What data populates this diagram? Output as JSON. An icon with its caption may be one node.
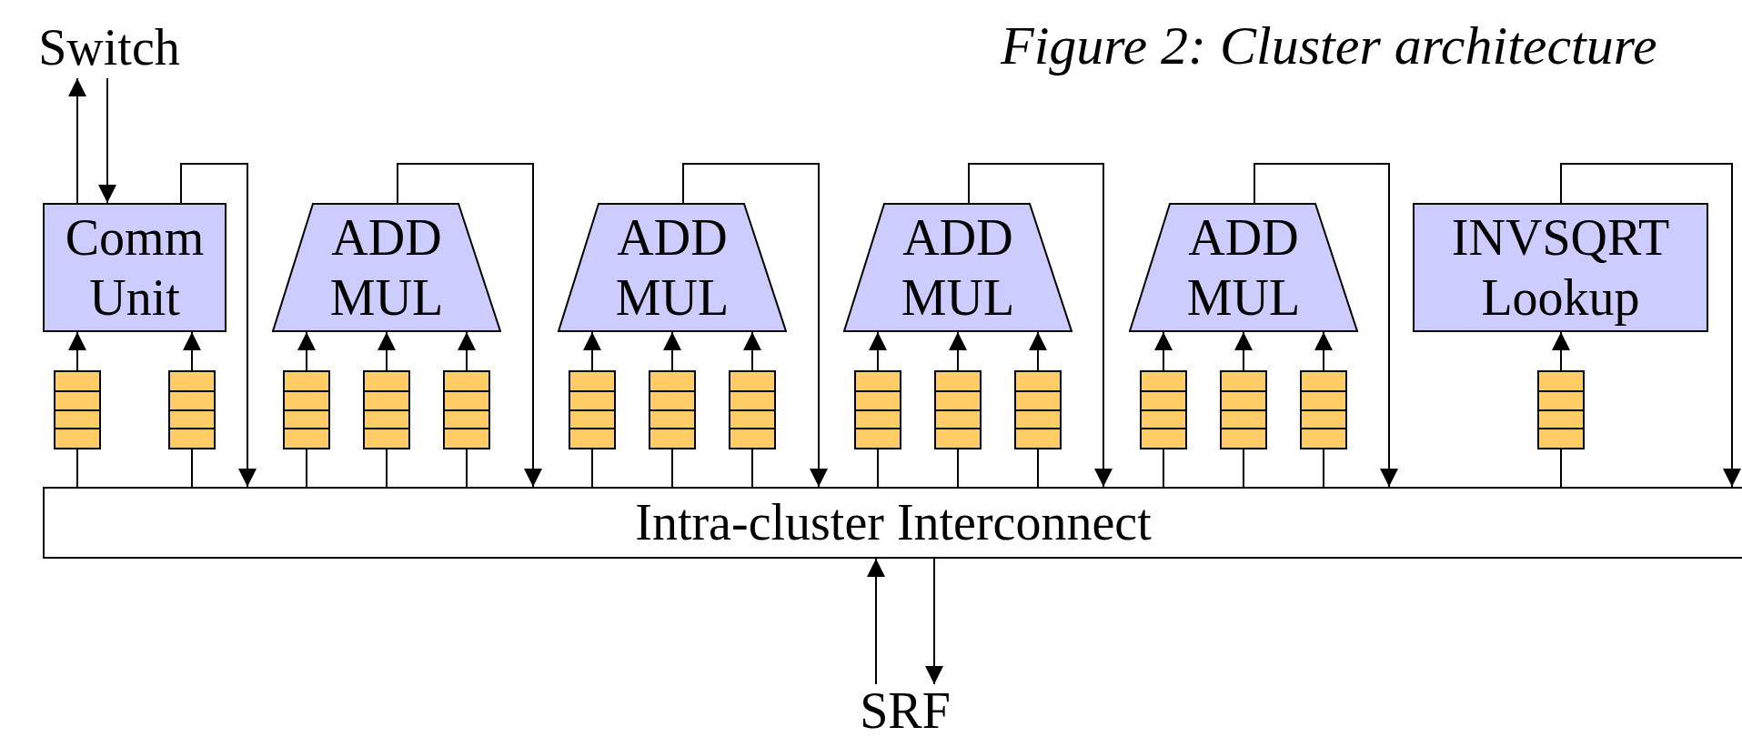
{
  "diagram": {
    "title": "Figure 2: Cluster architecture",
    "nodes": [
      {
        "text": [
          "Switch"
        ]
      },
      {
        "text": [
          "Comm Unit"
        ]
      },
      {
        "text": [
          "ADD MUL"
        ]
      },
      {
        "text": [
          "ADD MUL"
        ]
      },
      {
        "text": [
          "ADD MUL"
        ]
      },
      {
        "text": [
          "ADD MUL"
        ]
      },
      {
        "text": [
          "INVSQRT Lookup"
        ]
      },
      {
        "text": [],
        "shape": "box"
      },
      {
        "text": [],
        "shape": "box"
      },
      {
        "text": [],
        "shape": "box"
      },
      {
        "text": [],
        "shape": "box"
      },
      {
        "text": [],
        "shape": "box"
      },
      {
        "text": [],
        "shape": "box"
      },
      {
        "text": [],
        "shape": "box"
      },
      {
        "text": [],
        "shape": "box"
      },
      {
        "text": [],
        "shape": "box"
      },
      {
        "text": [],
        "shape": "box"
      },
      {
        "text": [],
        "shape": "box"
      },
      {
        "text": [],
        "shape": "box"
      },
      {
        "text": [],
        "shape": "box"
      },
      {
        "text": [],
        "shape": "box"
      },
      {
        "text": [],
        "shape": "box"
      },
      {
        "text": [
          "Intra-cluster Interconnect"
        ]
      },
      {
        "text": [
          "SRF"
        ]
      }
    ],
    "edges": [
      {
        "from": 1,
        "to": 0,
        "arrow": "to"
      },
      {
        "from": 0,
        "to": 1,
        "arrow": "to"
      },
      {
        "from": 7,
        "to": 1,
        "arrow": "to"
      },
      {
        "from": 8,
        "to": 1,
        "arrow": "to"
      },
      {
        "from": 9,
        "to": 2,
        "arrow": "to"
      },
      {
        "from": 10,
        "to": 2,
        "arrow": "to"
      },
      {
        "from": 11,
        "to": 2,
        "arrow": "to"
      },
      {
        "from": 12,
        "to": 3,
        "arrow": "to"
      },
      {
        "from": 13,
        "to": 3,
        "arrow": "to"
      },
      {
        "from": 14,
        "to": 3,
        "arrow": "to"
      },
      {
        "from": 15,
        "to": 4,
        "arrow": "to"
      },
      {
        "from": 16,
        "to": 4,
        "arrow": "to"
      },
      {
        "from": 17,
        "to": 4,
        "arrow": "to"
      },
      {
        "from": 18,
        "to": 5,
        "arrow": "to"
      },
      {
        "from": 19,
        "to": 5,
        "arrow": "to"
      },
      {
        "from": 20,
        "to": 5,
        "arrow": "to"
      },
      {
        "from": 21,
        "to": 6,
        "arrow": "to"
      },
      {
        "from": 22,
        "to": 7,
        "arrow": "none"
      },
      {
        "from": 22,
        "to": 8,
        "arrow": "none"
      },
      {
        "from": 22,
        "to": 9,
        "arrow": "none"
      },
      {
        "from": 22,
        "to": 10,
        "arrow": "none"
      },
      {
        "from": 22,
        "to": 11,
        "arrow": "none"
      },
      {
        "from": 22,
        "to": 12,
        "arrow": "none"
      },
      {
        "from": 22,
        "to": 13,
        "arrow": "none"
      },
      {
        "from": 22,
        "to": 14,
        "arrow": "none"
      },
      {
        "from": 22,
        "to": 15,
        "arrow": "none"
      },
      {
        "from": 22,
        "to": 16,
        "arrow": "none"
      },
      {
        "from": 22,
        "to": 17,
        "arrow": "none"
      },
      {
        "from": 22,
        "to": 18,
        "arrow": "none"
      },
      {
        "from": 22,
        "to": 19,
        "arrow": "none"
      },
      {
        "from": 22,
        "to": 20,
        "arrow": "none"
      },
      {
        "from": 22,
        "to": 21,
        "arrow": "none"
      },
      {
        "from": 1,
        "to": 22,
        "arrow": "to"
      },
      {
        "from": 2,
        "to": 22,
        "arrow": "to"
      },
      {
        "from": 3,
        "to": 22,
        "arrow": "to"
      },
      {
        "from": 4,
        "to": 22,
        "arrow": "to"
      },
      {
        "from": 5,
        "to": 22,
        "arrow": "to"
      },
      {
        "from": 6,
        "to": 22,
        "arrow": "to"
      },
      {
        "from": 23,
        "to": 22,
        "arrow": "to"
      },
      {
        "from": 22,
        "to": 23,
        "arrow": "to"
      }
    ]
  }
}
